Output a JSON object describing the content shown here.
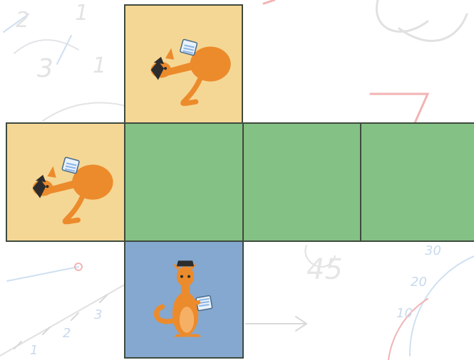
{
  "colors": {
    "tan": "#f5d795",
    "green": "#84c184",
    "blue": "#85a8d0",
    "kangaroo": "#ec8b2c",
    "hat": "#2c2c2c",
    "book": "#8ab6e6"
  },
  "background": {
    "digits_gray": [
      "2",
      "1",
      "3",
      "1"
    ],
    "digits_blue": [
      "1",
      "2",
      "3"
    ],
    "dial_labels": [
      "30",
      "20",
      "10"
    ],
    "scribble": "45"
  },
  "tiles": [
    {
      "name": "top",
      "color": "tan",
      "icon": "kangaroo-reading-icon"
    },
    {
      "name": "left",
      "color": "tan",
      "icon": "kangaroo-reading-icon"
    },
    {
      "name": "center",
      "color": "green",
      "icon": ""
    },
    {
      "name": "right-1",
      "color": "green",
      "icon": ""
    },
    {
      "name": "right-2",
      "color": "green",
      "icon": ""
    },
    {
      "name": "bottom",
      "color": "blue",
      "icon": "kangaroo-standing-icon"
    }
  ]
}
